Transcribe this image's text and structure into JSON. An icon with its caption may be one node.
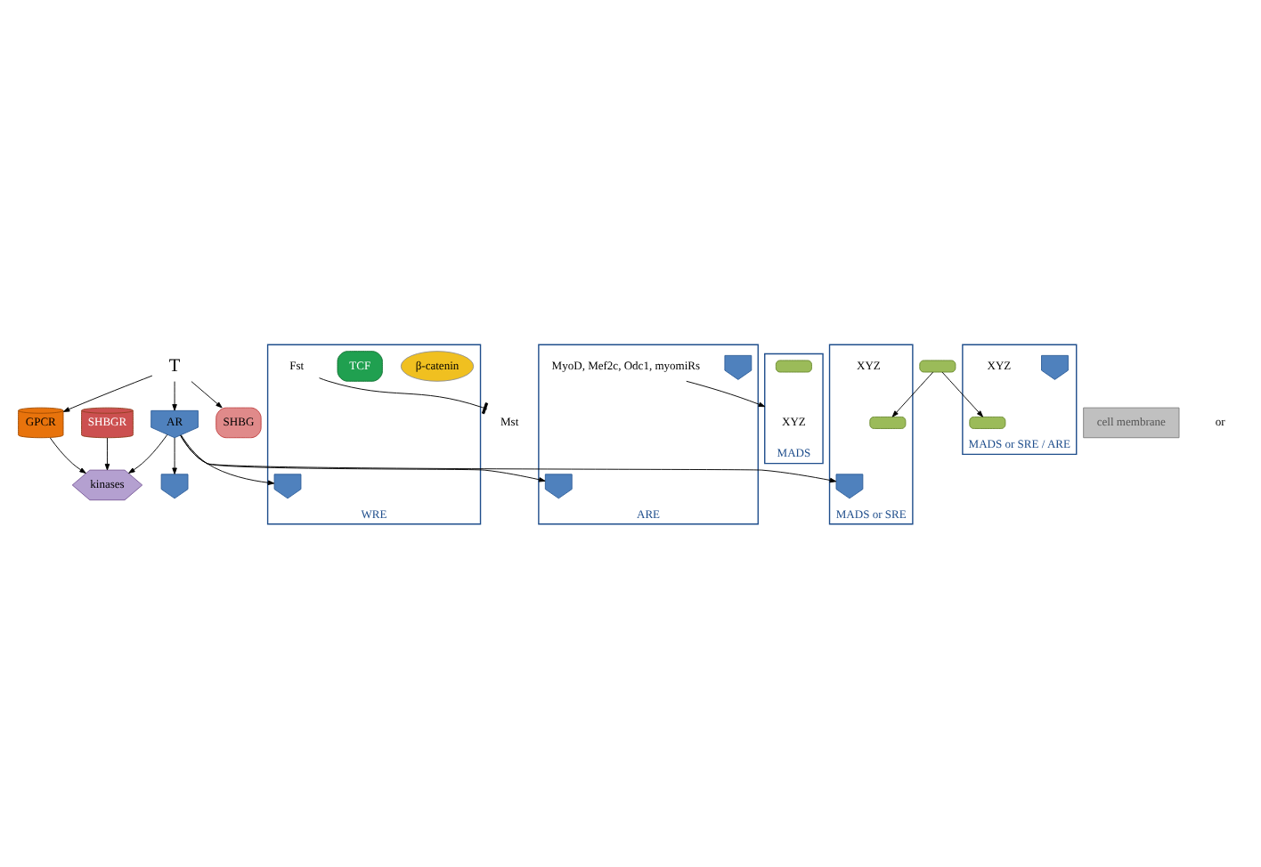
{
  "diagram": {
    "nodes": [
      {
        "text": [
          "T"
        ]
      },
      {
        "text": [
          "cell membrane"
        ]
      },
      {
        "text": [
          "GPCR"
        ]
      },
      {
        "text": [
          "SHBG"
        ]
      },
      {
        "text": [
          "SHBGR"
        ]
      },
      {
        "text": [],
        "shape": "shield"
      },
      {
        "text": [
          "AR"
        ]
      },
      {
        "text": [
          "WRE"
        ]
      },
      {
        "text": [],
        "shape": "shield",
        "in": 7
      },
      {
        "text": [
          "β-catenin"
        ],
        "in": 7
      },
      {
        "text": [
          "TCF"
        ],
        "in": 7
      },
      {
        "text": [
          "Fst"
        ],
        "in": 7
      },
      {
        "text": [
          "Mst"
        ]
      },
      {
        "text": [
          "MADS"
        ]
      },
      {
        "text": [],
        "shape": "capsule",
        "in": 13
      },
      {
        "text": [
          "XYZ"
        ],
        "in": 13
      },
      {
        "text": [
          "ARE"
        ]
      },
      {
        "text": [],
        "shape": "shield",
        "in": 16
      },
      {
        "text": [],
        "shape": "shield",
        "in": 16
      },
      {
        "text": [
          "MyoD, Mef2c, Odc1, myomiRs"
        ],
        "in": 16
      },
      {
        "text": [],
        "shape": "capsule"
      },
      {
        "text": [
          "kinases"
        ]
      },
      {
        "text": [
          "MADS or SRE"
        ]
      },
      {
        "text": [],
        "shape": "shield",
        "in": 22
      },
      {
        "text": [],
        "shape": "capsule",
        "in": 22
      },
      {
        "text": [
          "XYZ"
        ],
        "in": 22
      },
      {
        "text": [
          "MADS or SRE / ARE"
        ]
      },
      {
        "text": [],
        "shape": "capsule",
        "in": 26
      },
      {
        "text": [],
        "shape": "shield",
        "in": 26
      },
      {
        "text": [
          "XYZ"
        ],
        "in": 26
      }
    ],
    "edges": [
      {
        "from": 0,
        "to": 3,
        "arrow": "to"
      },
      {
        "from": 0,
        "to": 2,
        "arrow": "to"
      },
      {
        "from": 0,
        "to": 6,
        "arrow": "to"
      },
      {
        "from": 2,
        "to": 21,
        "arrow": "to"
      },
      {
        "from": 4,
        "to": 21,
        "arrow": "to"
      },
      {
        "from": 6,
        "to": 5,
        "arrow": "to"
      },
      {
        "from": 6,
        "to": 8,
        "arrow": "to"
      },
      {
        "from": 6,
        "to": 17,
        "arrow": "to"
      },
      {
        "from": 6,
        "to": 21,
        "arrow": "to"
      },
      {
        "from": 6,
        "to": 23,
        "arrow": "to"
      },
      {
        "from": 11,
        "to": 12,
        "arrow": "other"
      },
      {
        "from": 19,
        "to": 13,
        "arrow": "to"
      },
      {
        "from": 20,
        "to": 24,
        "arrow": "to"
      },
      {
        "from": 20,
        "to": 27,
        "arrow": "to"
      }
    ],
    "labels": [
      "or"
    ]
  }
}
